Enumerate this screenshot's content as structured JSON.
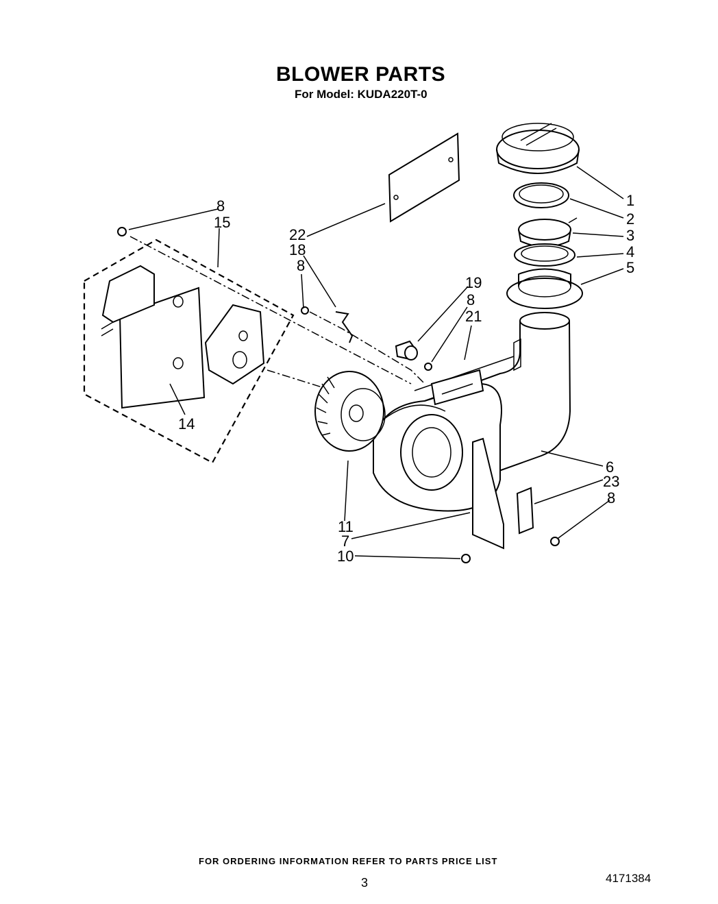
{
  "title": "BLOWER PARTS",
  "subtitle": "For Model: KUDA220T-0",
  "footer": "FOR ORDERING INFORMATION REFER TO PARTS PRICE LIST",
  "page_number": "3",
  "doc_number": "4171384",
  "callouts": {
    "c1": "1",
    "c2": "2",
    "c3": "3",
    "c4": "4",
    "c5": "5",
    "c6": "6",
    "c23": "23",
    "c8_right": "8",
    "c8_top": "8",
    "c15": "15",
    "c22": "22",
    "c18": "18",
    "c8_mid": "8",
    "c19": "19",
    "c8_b": "8",
    "c21": "21",
    "c14": "14",
    "c11": "11",
    "c7": "7",
    "c10": "10"
  }
}
